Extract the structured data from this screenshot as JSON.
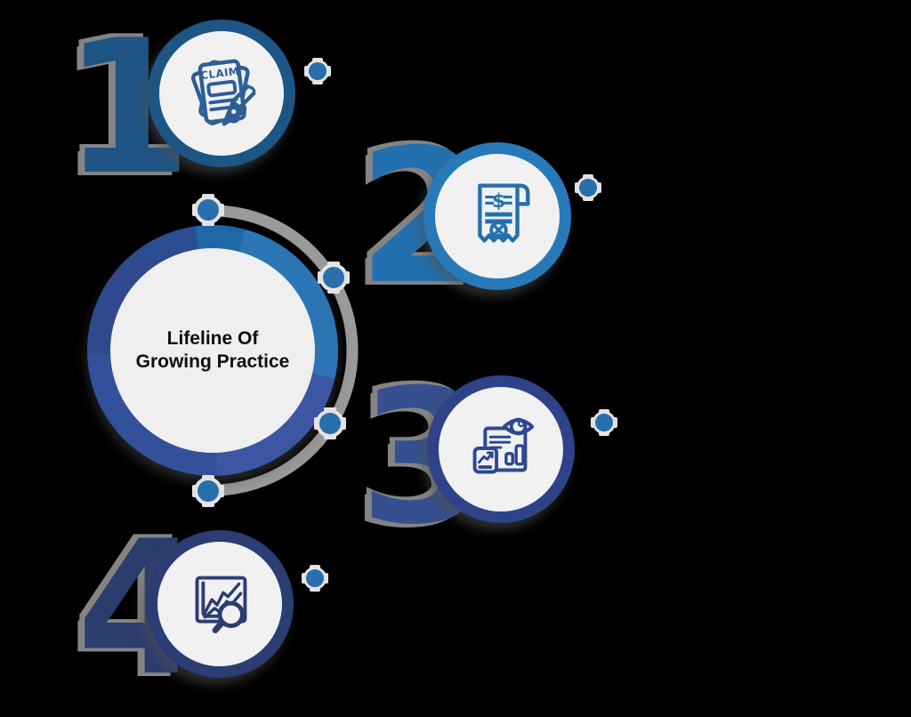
{
  "colors": {
    "background": "#000000",
    "arc": "#9a9a9a",
    "dot_blue": "#2a6fad",
    "dot_halo": "#e3e3e3",
    "inner_fill": "#f1f1f1",
    "center_inner_fill": "#efefef",
    "title_color": "#0e0e0e",
    "number_shadow": "#848484"
  },
  "center": {
    "title_line1": "Lifeline Of",
    "title_line2": "Growing Practice",
    "ring_segments": [
      {
        "to": 15,
        "color": "#2166a6"
      },
      {
        "to": 103,
        "color": "#2b75b4"
      },
      {
        "to": 178,
        "color": "#3c56a4"
      },
      {
        "to": 268,
        "color": "#33509a"
      },
      {
        "to": 325,
        "color": "#31498e"
      },
      {
        "to": 352,
        "color": "#2c4d92"
      },
      {
        "to": 360,
        "color": "#2166a6"
      }
    ]
  },
  "steps": [
    {
      "number": "1",
      "icon": "claim-documents-icon",
      "icon_text": "CLAIM",
      "number_color": "#1e5484",
      "ring_color": "#1d5585",
      "icon_color": "#2d5f96"
    },
    {
      "number": "2",
      "icon": "rejected-bill-icon",
      "icon_text": "$",
      "number_color": "#2270af",
      "ring_color": "#2879b8",
      "icon_color": "#2470ae"
    },
    {
      "number": "3",
      "icon": "report-review-eye-icon",
      "number_color": "#36508f",
      "ring_color": "#2e4288",
      "icon_color": "#2d4890"
    },
    {
      "number": "4",
      "icon": "chart-magnifier-icon",
      "number_color": "#2b3d6d",
      "ring_color": "#2b3d72",
      "icon_color": "#2b3d72"
    }
  ]
}
